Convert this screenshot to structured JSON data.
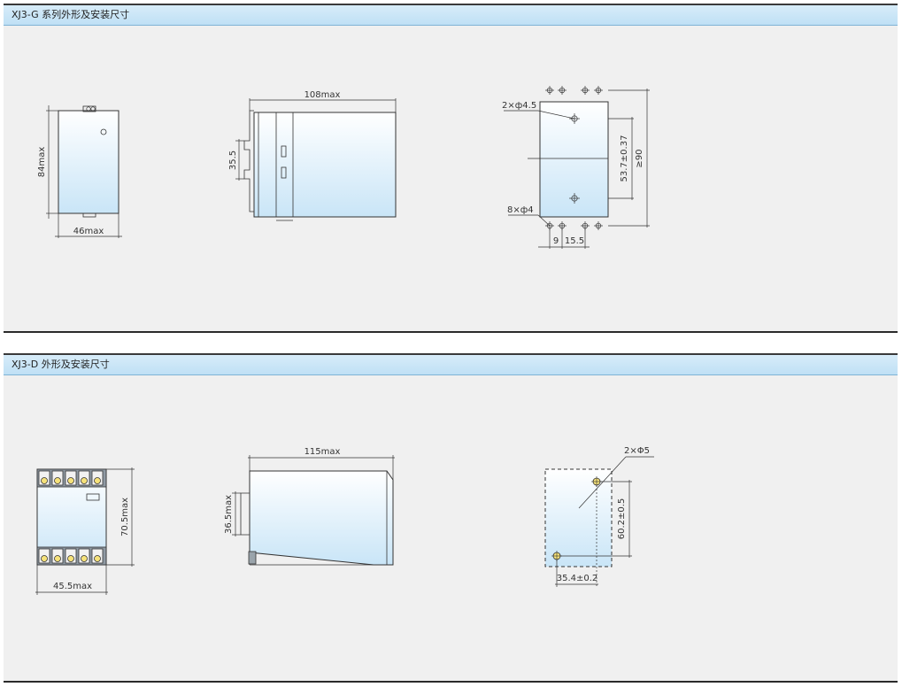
{
  "panels": [
    {
      "title": "XJ3-G 系列外形及安装尺寸",
      "dims": {
        "front_height": "84max",
        "front_width": "46max",
        "side_length": "108max",
        "side_rail": "35.5",
        "holes_top": "2×ф4.5",
        "holes_bottom": "8×ф4",
        "pitch_vertical": "53.7±0.37",
        "overall_height": "≥90",
        "pitch_small": "9",
        "pitch_large": "15.5"
      }
    },
    {
      "title": "XJ3-D 外形及安装尺寸",
      "dims": {
        "front_height": "70.5max",
        "front_width": "45.5max",
        "side_length": "115max",
        "side_rail": "36.5max",
        "holes": "2×Φ5",
        "pitch_vertical": "60.2±0.5",
        "pitch_horizontal": "35.4±0.2"
      }
    }
  ]
}
